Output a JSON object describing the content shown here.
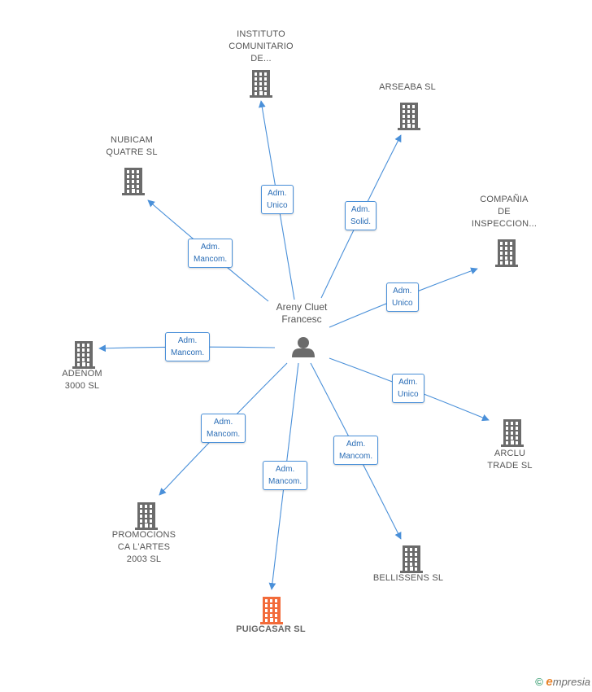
{
  "colors": {
    "edge": "#4a90d9",
    "building": "#6b6b6b",
    "building_focus": "#f26b3a",
    "window": "#ffffff"
  },
  "center": {
    "name_lines": [
      "Areny Cluet",
      "Francesc"
    ],
    "icon": "person-icon"
  },
  "nodes": [
    {
      "id": "instituto",
      "lines": [
        "INSTITUTO",
        "COMUNITARIO",
        "DE..."
      ],
      "role_lines": [
        "Adm.",
        "Unico"
      ],
      "icon": "building-icon"
    },
    {
      "id": "arseaba",
      "lines": [
        "ARSEABA  SL"
      ],
      "role_lines": [
        "Adm.",
        "Solid."
      ],
      "icon": "building-icon"
    },
    {
      "id": "nubicam",
      "lines": [
        "NUBICAM",
        "QUATRE SL"
      ],
      "role_lines": [
        "Adm.",
        "Mancom."
      ],
      "icon": "building-icon"
    },
    {
      "id": "compania",
      "lines": [
        "COMPAÑIA",
        "DE",
        "INSPECCION..."
      ],
      "role_lines": [
        "Adm.",
        "Unico"
      ],
      "icon": "building-icon"
    },
    {
      "id": "adenom",
      "lines": [
        "ADENOM",
        "3000 SL"
      ],
      "role_lines": [
        "Adm.",
        "Mancom."
      ],
      "icon": "building-icon"
    },
    {
      "id": "arclu",
      "lines": [
        "ARCLU",
        "TRADE  SL"
      ],
      "role_lines": [
        "Adm.",
        "Unico"
      ],
      "icon": "building-icon"
    },
    {
      "id": "promocions",
      "lines": [
        "PROMOCIONS",
        "CA L'ARTES",
        "2003 SL"
      ],
      "role_lines": [
        "Adm.",
        "Mancom."
      ],
      "icon": "building-icon"
    },
    {
      "id": "bellissens",
      "lines": [
        "BELLISSENS SL"
      ],
      "role_lines": [
        "Adm.",
        "Mancom."
      ],
      "icon": "building-icon"
    },
    {
      "id": "puigcasar",
      "lines": [
        "PUIGCASAR SL"
      ],
      "role_lines": [
        "Adm.",
        "Mancom."
      ],
      "icon": "building-icon",
      "focus": true
    }
  ],
  "footer": {
    "copyright": "©",
    "brand_initial": "e",
    "brand_rest": "mpresia",
    "icon": "copyright-icon"
  }
}
